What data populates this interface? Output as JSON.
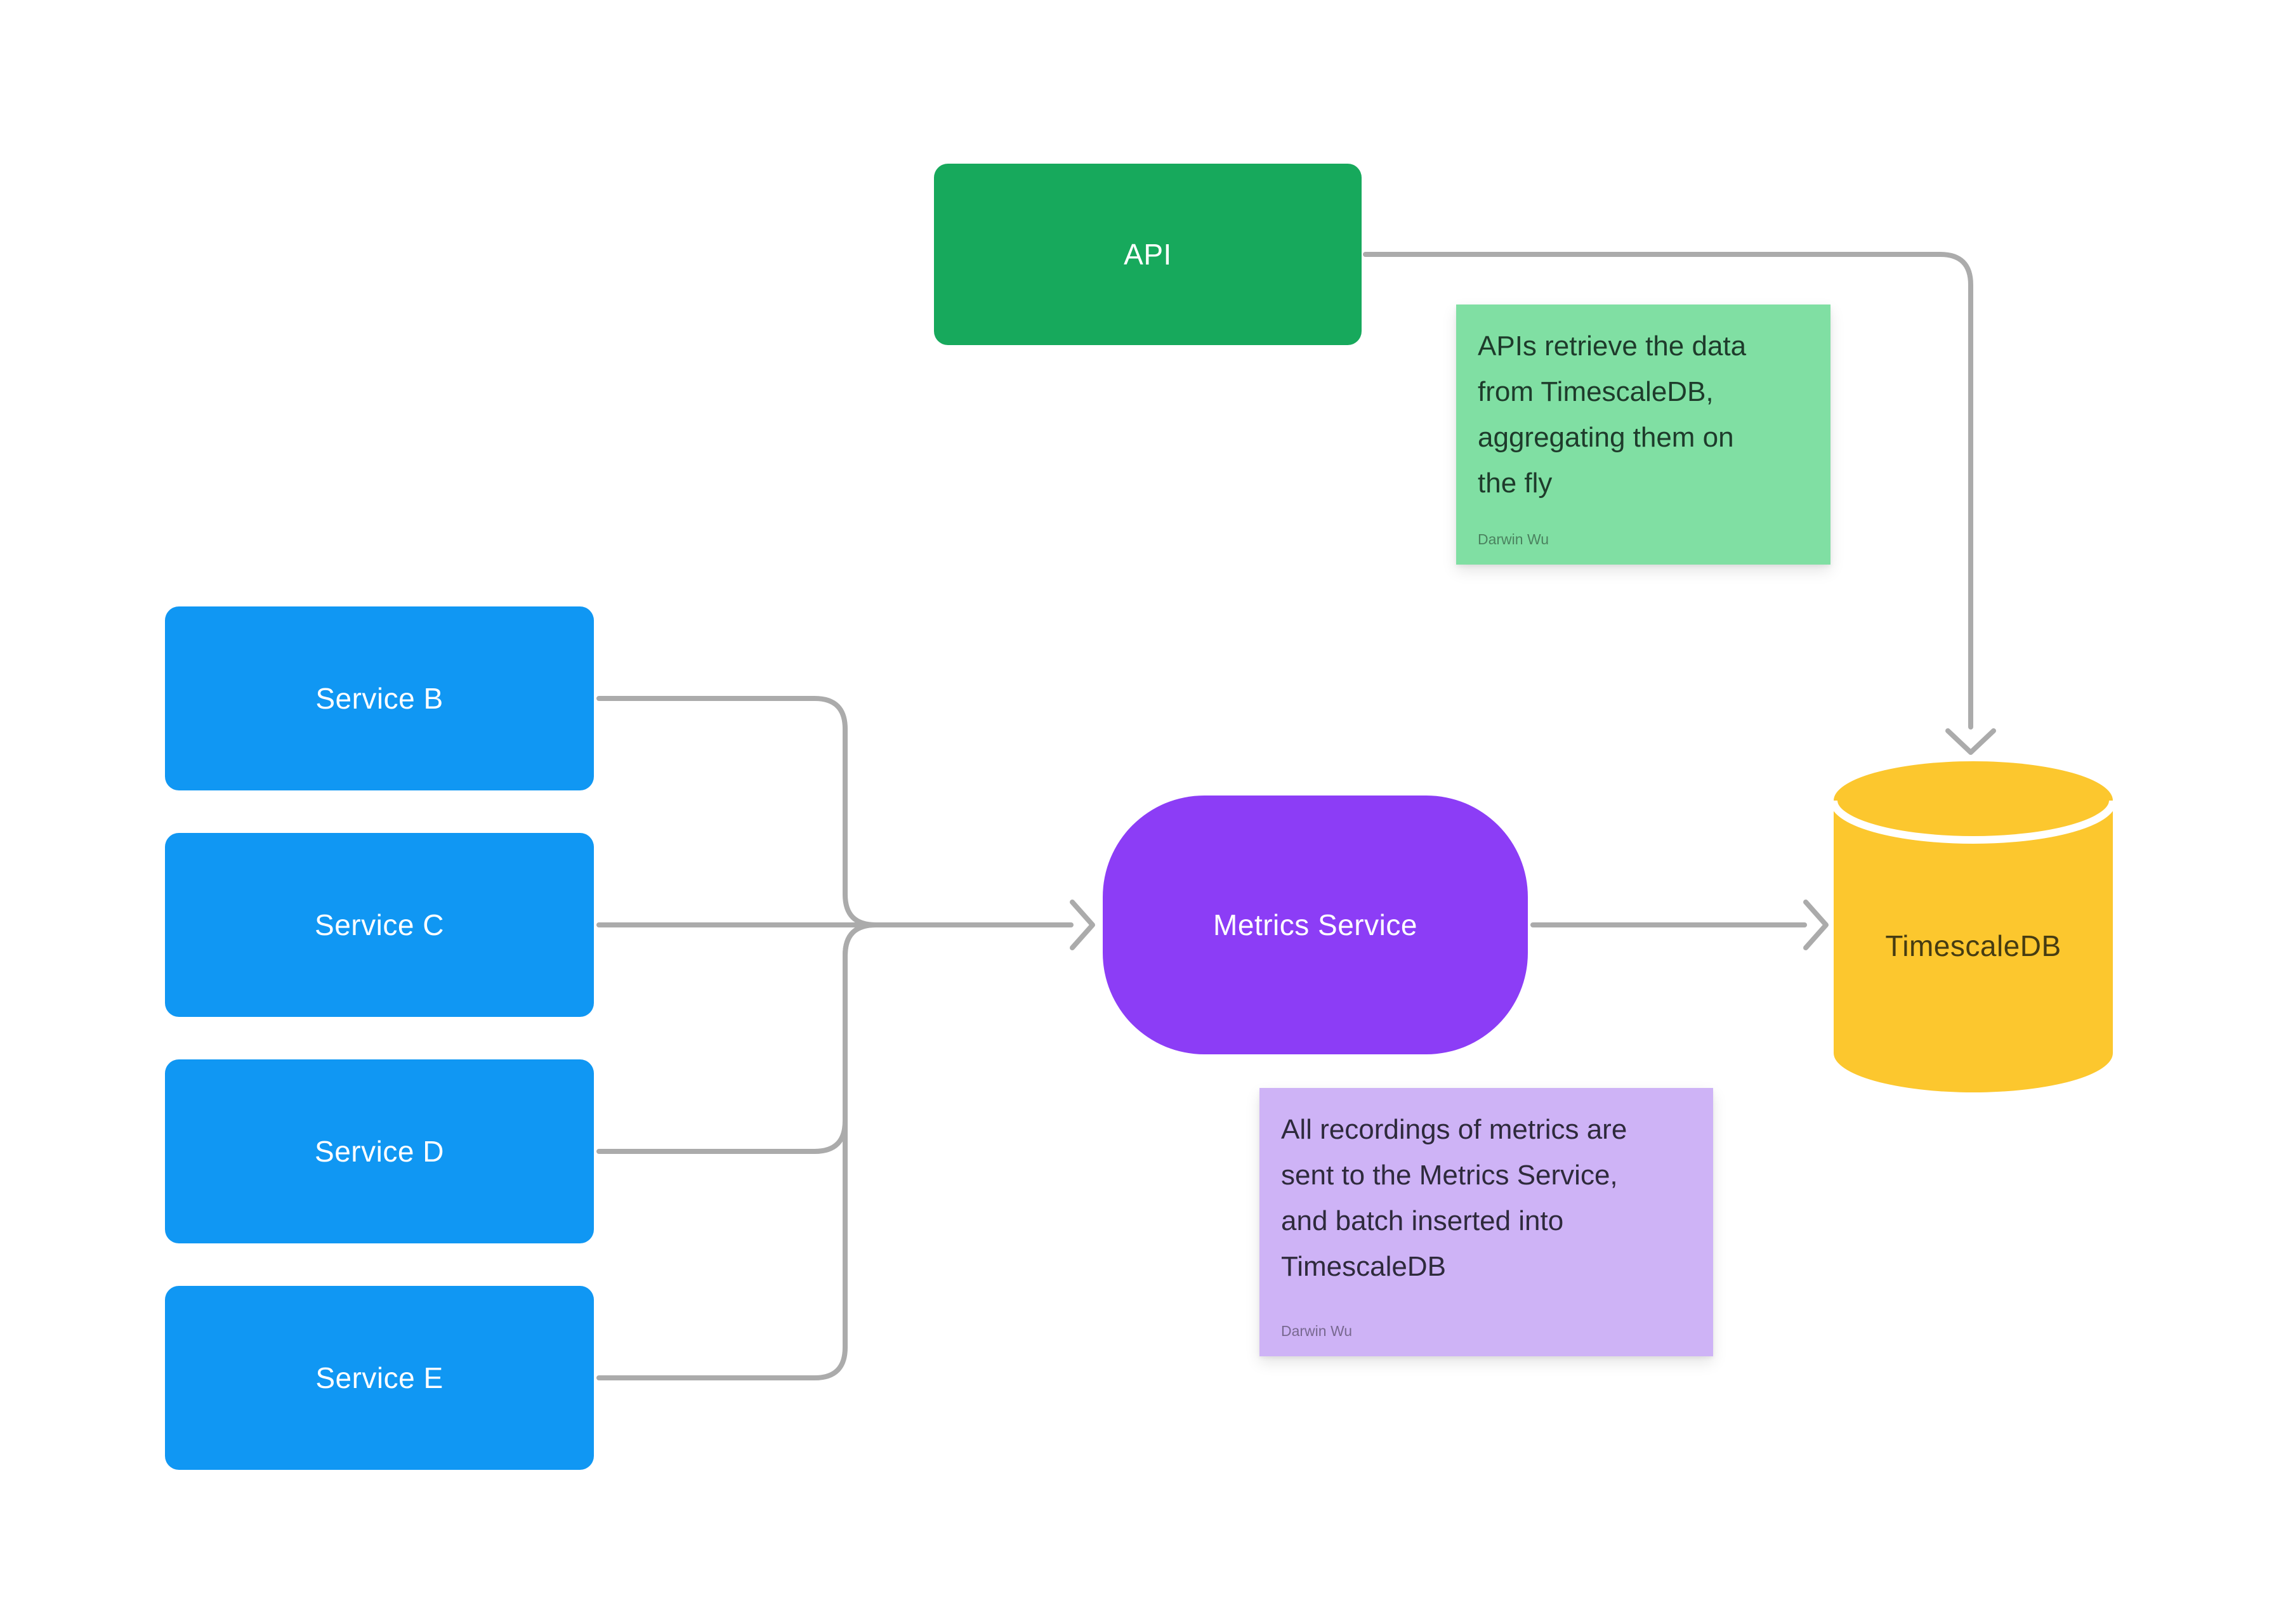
{
  "diagram": {
    "type": "flowchart",
    "background": "#FFFFFF",
    "nodes": {
      "api": {
        "label": "API",
        "shape": "rounded-rectangle",
        "color": "#17A95C",
        "label_color": "#FFFFFF"
      },
      "service_b": {
        "label": "Service B",
        "shape": "rounded-rectangle",
        "color": "#1097F3",
        "label_color": "#FFFFFF"
      },
      "service_c": {
        "label": "Service C",
        "shape": "rounded-rectangle",
        "color": "#1097F3",
        "label_color": "#FFFFFF"
      },
      "service_d": {
        "label": "Service D",
        "shape": "rounded-rectangle",
        "color": "#1097F3",
        "label_color": "#FFFFFF"
      },
      "service_e": {
        "label": "Service E",
        "shape": "rounded-rectangle",
        "color": "#1097F3",
        "label_color": "#FFFFFF"
      },
      "metrics_service": {
        "label": "Metrics Service",
        "shape": "pill",
        "color": "#8C3DF6",
        "label_color": "#FFFFFF"
      },
      "timescaledb": {
        "label": "TimescaleDB",
        "shape": "cylinder",
        "color": "#FCC72E",
        "label_color": "#463C12"
      }
    },
    "notes": {
      "api_note": {
        "text": "APIs retrieve the data\nfrom TimescaleDB,\naggregating them on\nthe fly",
        "author": "Darwin Wu",
        "color": "#80DFA3",
        "text_color": "#1E3B2B"
      },
      "metrics_note": {
        "text": "All recordings of metrics are\nsent to the Metrics Service,\nand batch inserted into\nTimescaleDB",
        "author": "Darwin Wu",
        "color": "#CEB3F6",
        "text_color": "#2E2A3C"
      }
    },
    "connectors": {
      "color": "#ABABAB",
      "edges": [
        {
          "from": "API",
          "to": "TimescaleDB"
        },
        {
          "from": "Service B",
          "to": "Metrics Service"
        },
        {
          "from": "Service C",
          "to": "Metrics Service"
        },
        {
          "from": "Service D",
          "to": "Metrics Service"
        },
        {
          "from": "Service E",
          "to": "Metrics Service"
        },
        {
          "from": "Metrics Service",
          "to": "TimescaleDB"
        }
      ]
    }
  }
}
